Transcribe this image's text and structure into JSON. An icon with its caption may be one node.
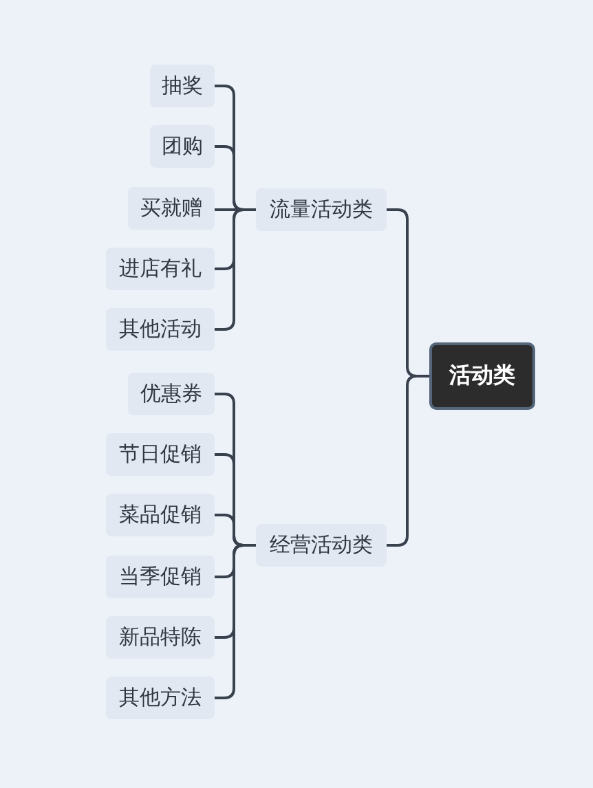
{
  "diagram": {
    "nodes": [
      {
        "text": [
          "活动类"
        ]
      },
      {
        "text": [
          "流量活动类"
        ]
      },
      {
        "text": [
          "经营活动类"
        ]
      },
      {
        "text": [
          "抽奖"
        ]
      },
      {
        "text": [
          "团购"
        ]
      },
      {
        "text": [
          "买就赠"
        ]
      },
      {
        "text": [
          "进店有礼"
        ]
      },
      {
        "text": [
          "其他活动"
        ]
      },
      {
        "text": [
          "优惠券"
        ]
      },
      {
        "text": [
          "节日促销"
        ]
      },
      {
        "text": [
          "菜品促销"
        ]
      },
      {
        "text": [
          "当季促销"
        ]
      },
      {
        "text": [
          "新品特陈"
        ]
      },
      {
        "text": [
          "其他方法"
        ]
      }
    ],
    "edges": [
      {
        "from": 0,
        "to": 1,
        "arrow": "none"
      },
      {
        "from": 0,
        "to": 2,
        "arrow": "none"
      },
      {
        "from": 1,
        "to": 3,
        "arrow": "none"
      },
      {
        "from": 1,
        "to": 4,
        "arrow": "none"
      },
      {
        "from": 1,
        "to": 5,
        "arrow": "none"
      },
      {
        "from": 1,
        "to": 6,
        "arrow": "none"
      },
      {
        "from": 1,
        "to": 7,
        "arrow": "none"
      },
      {
        "from": 2,
        "to": 8,
        "arrow": "none"
      },
      {
        "from": 2,
        "to": 9,
        "arrow": "none"
      },
      {
        "from": 2,
        "to": 10,
        "arrow": "none"
      },
      {
        "from": 2,
        "to": 11,
        "arrow": "none"
      },
      {
        "from": 2,
        "to": 12,
        "arrow": "none"
      },
      {
        "from": 2,
        "to": 13,
        "arrow": "none"
      }
    ]
  }
}
